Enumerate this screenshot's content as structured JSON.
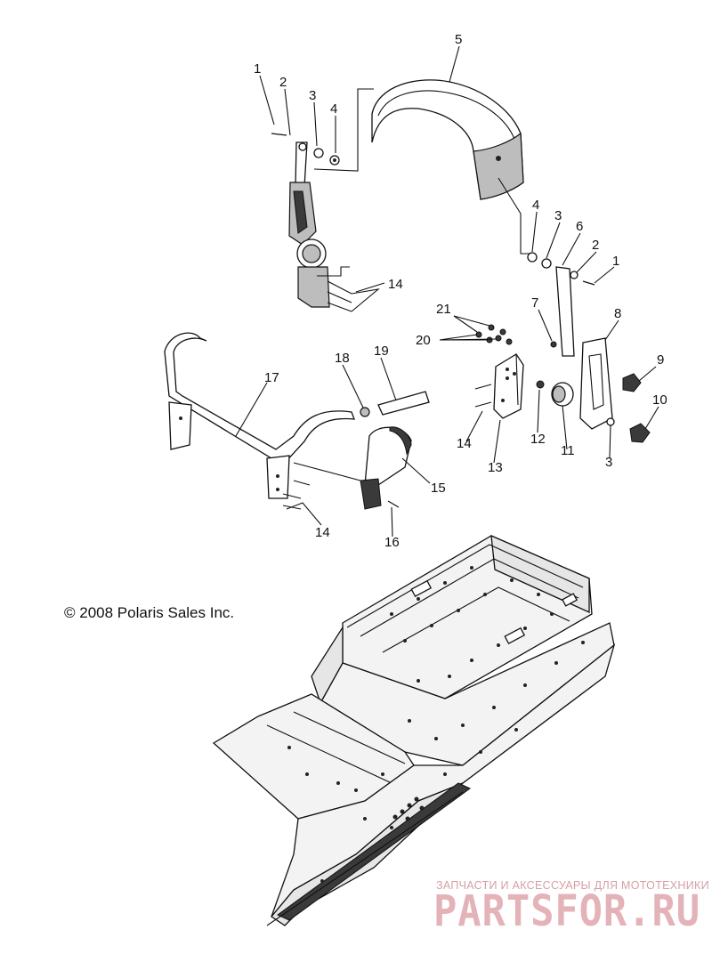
{
  "copyright": "© 2008 Polaris Sales Inc.",
  "watermark": {
    "tagline": "ЗАПЧАСТИ И АКСЕССУАРЫ ДЛЯ МОТОТЕХНИКИ",
    "logo": "PARTSFOR.RU",
    "color": "#e3b3b8"
  },
  "callouts": [
    "1",
    "2",
    "3",
    "4",
    "5",
    "4",
    "3",
    "6",
    "2",
    "1",
    "14",
    "7",
    "8",
    "21",
    "20",
    "9",
    "10",
    "18",
    "19",
    "17",
    "12",
    "11",
    "3",
    "14",
    "13",
    "15",
    "14",
    "16"
  ]
}
